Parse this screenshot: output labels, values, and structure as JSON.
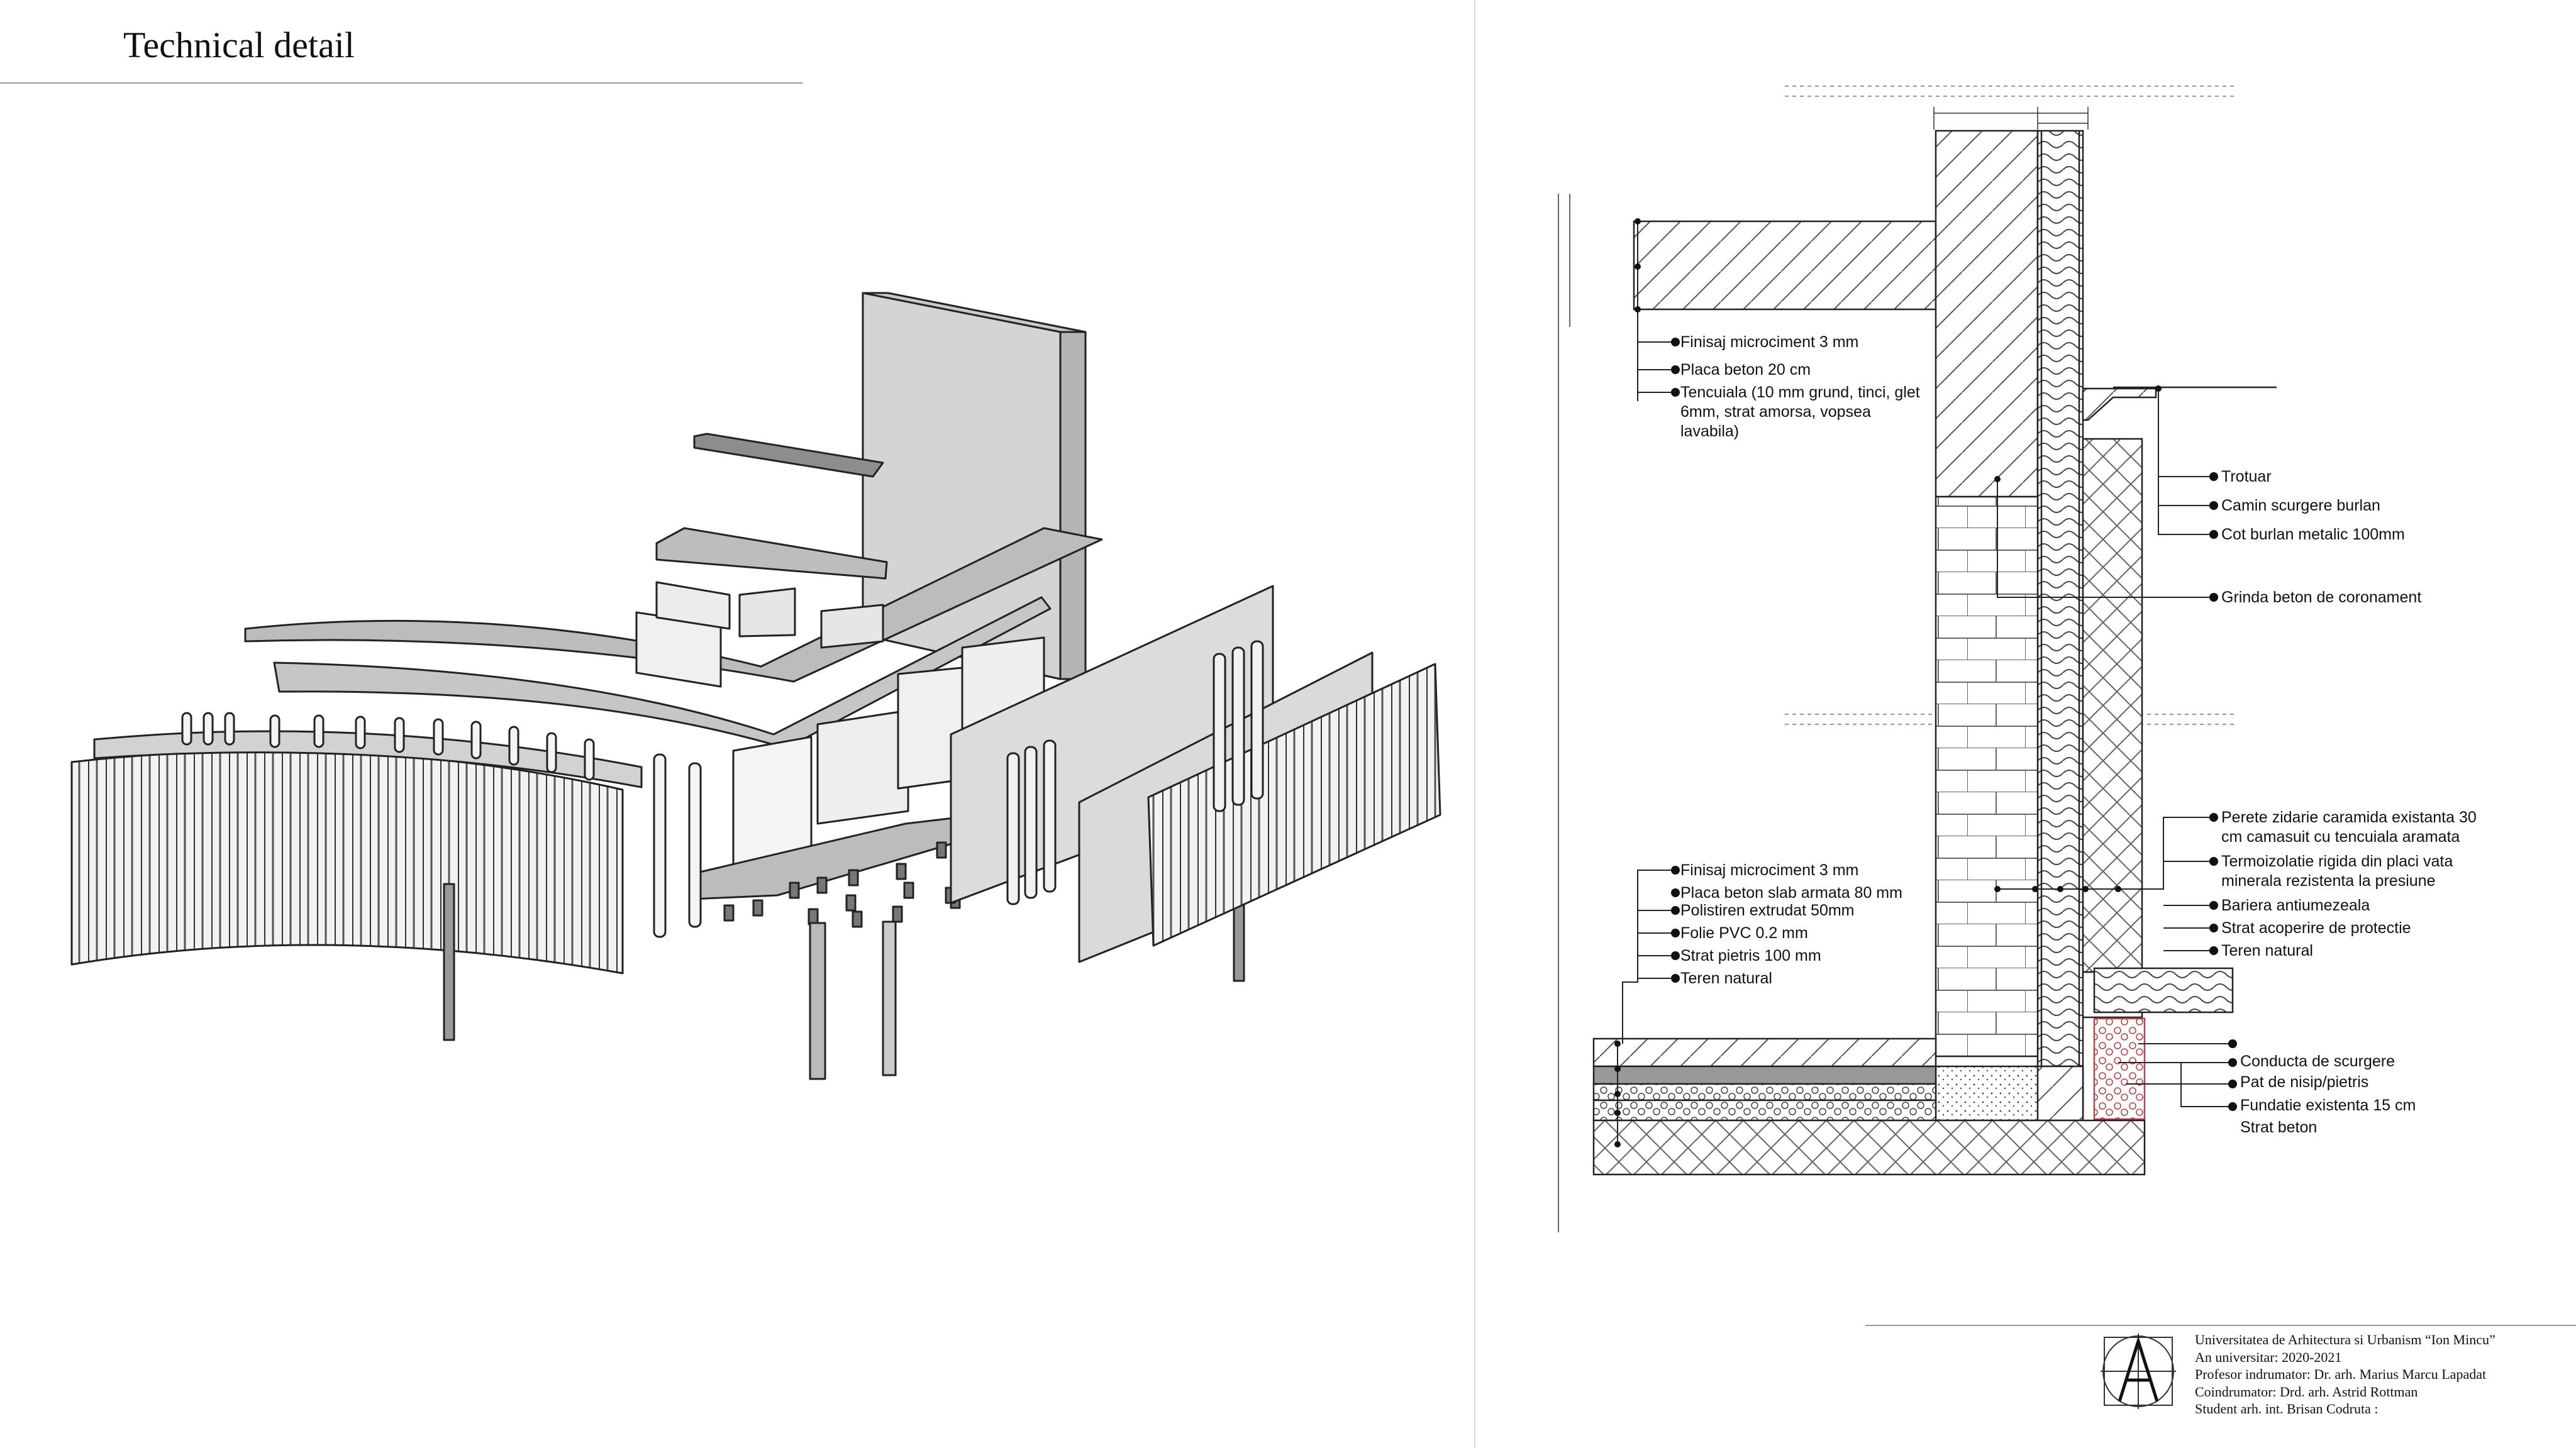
{
  "page": {
    "title": "Technical detail"
  },
  "section": {
    "upper_labels": [
      "Finisaj microciment 3 mm",
      "Placa beton 20 cm",
      "Tencuiala (10 mm grund, tinci, glet 6mm, strat amorsa, vopsea lavabila)"
    ],
    "right_top_labels": [
      "Trotuar",
      "Camin scurgere burlan",
      "Cot burlan metalic 100mm",
      "Grinda beton de coronament"
    ],
    "right_mid_labels": [
      "Perete zidarie caramida existanta 30 cm camasuit cu tencuiala aramata",
      "Termoizolatie rigida din placi vata minerala rezistenta la  presiune",
      "Bariera antiumezeala",
      "Strat acoperire de protectie",
      "Teren natural"
    ],
    "floor_labels": [
      "Finisaj microciment 3 mm",
      "Placa beton slab armata 80 mm",
      "Polistiren extrudat 50mm",
      "Folie PVC 0.2 mm",
      "Strat pietris 100 mm",
      "Teren natural"
    ],
    "foundation_labels": [
      "Conducta de scurgere",
      "Pat de nisip/pietris",
      "Fundatie existenta 15 cm",
      "Strat beton"
    ]
  },
  "title_block": {
    "lines": [
      "Universitatea de Arhitectura si Urbanism “Ion Mincu”",
      "An universitar: 2020-2021",
      "Profesor indrumator: Dr. arh. Marius Marcu Lapadat",
      "Coindrumator: Drd. arh. Astrid Rottman",
      "Student arh. int. Brisan Codruta :"
    ]
  }
}
